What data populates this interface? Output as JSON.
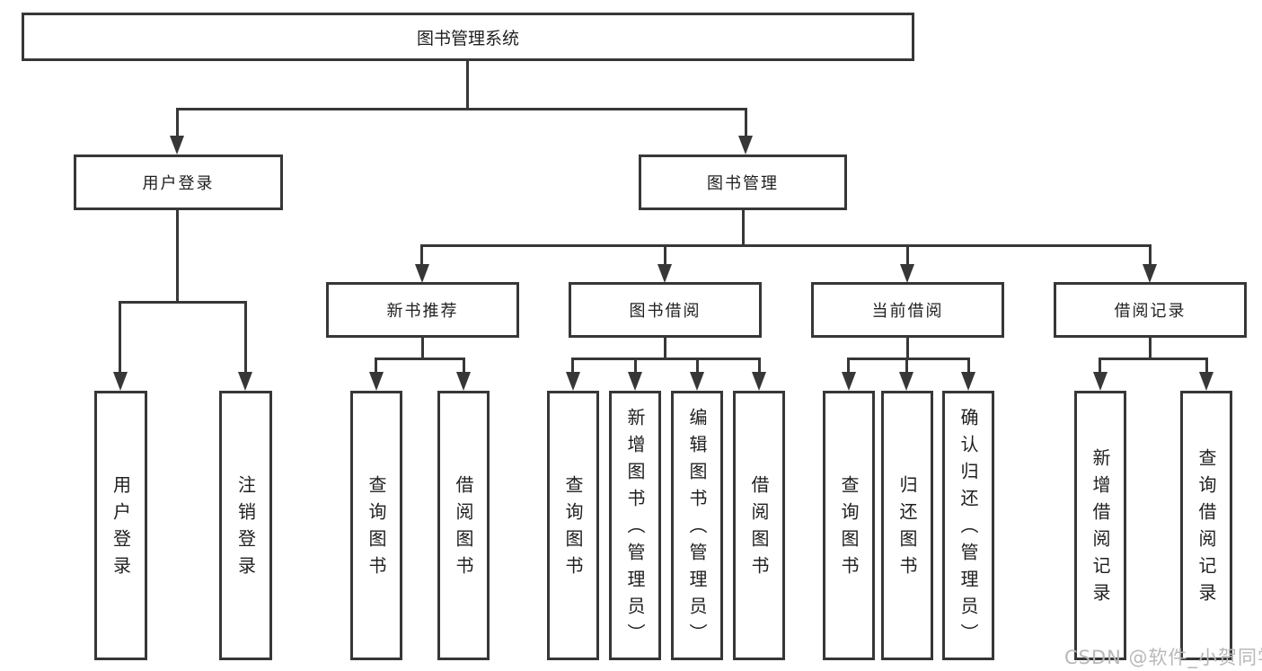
{
  "diagram": {
    "title": "图书管理系统",
    "branches": [
      {
        "label": "用户登录",
        "children": [
          "用户登录",
          "注销登录"
        ]
      },
      {
        "label": "图书管理",
        "sections": [
          {
            "label": "新书推荐",
            "children": [
              "查询图书",
              "借阅图书"
            ]
          },
          {
            "label": "图书借阅",
            "children": [
              "查询图书",
              "新增图书（管理员）",
              "编辑图书（管理员）",
              "借阅图书"
            ]
          },
          {
            "label": "当前借阅",
            "children": [
              "查询图书",
              "归还图书",
              "确认归还（管理员）"
            ]
          },
          {
            "label": "借阅记录",
            "children": [
              "新增借阅记录",
              "查询借阅记录"
            ]
          }
        ]
      }
    ]
  },
  "colors": {
    "line": "#373737",
    "text": "#1f1f1f",
    "watermark": "#b8b8b8",
    "background": "#ffffff"
  },
  "watermark": {
    "text": "CSDN @软件_小贺同学"
  }
}
